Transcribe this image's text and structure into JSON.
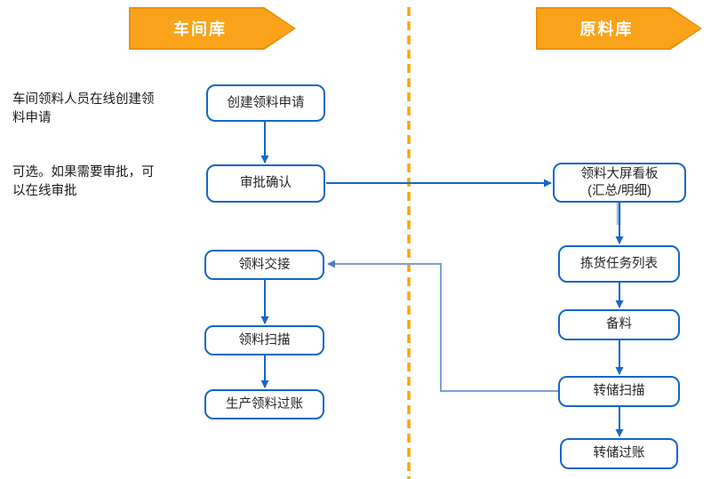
{
  "header": {
    "left_lane": "车间库",
    "right_lane": "原料库"
  },
  "annotations": [
    {
      "lines": [
        "车间领料人员在线创建领",
        "料申请"
      ]
    },
    {
      "lines": [
        "可选。如果需要审批，可",
        "以在线审批"
      ]
    }
  ],
  "boxes": {
    "create_request": "创建领料申请",
    "approve_confirm": "审批确认",
    "material_handover": "领料交接",
    "material_scan": "领料扫描",
    "production_posting": "生产领料过账",
    "dashboard": {
      "lines": [
        "领料大屏看板",
        "(汇总/明细)"
      ]
    },
    "picking_task_list": "拣货任务列表",
    "material_prepare": "备料",
    "transfer_scan": "转储扫描",
    "transfer_posting": "转储过账"
  },
  "colors": {
    "lane_banner_fill": "#FAA31A",
    "lane_banner_border": "#E8920A",
    "divider": "#FFA405",
    "box_border": "#1667C8",
    "connector_dark": "#1667C8",
    "connector_light": "#7CA0D4",
    "text": "#262626"
  }
}
